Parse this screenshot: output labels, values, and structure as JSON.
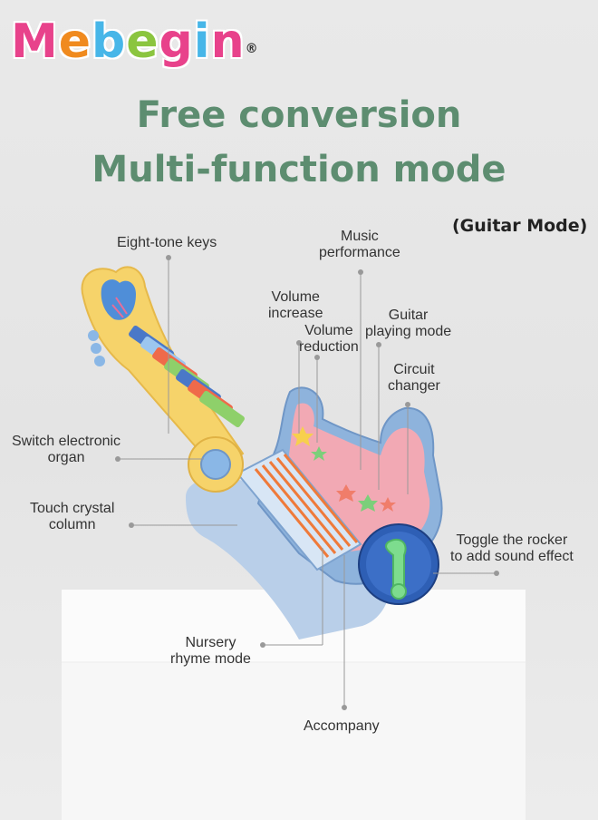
{
  "brand": {
    "logo_letters": [
      "M",
      "e",
      "b",
      "e",
      "g",
      "i",
      "n"
    ],
    "logo_colors": [
      "#e8428b",
      "#f08a1e",
      "#47b6e8",
      "#8bc53f",
      "#e8428b",
      "#47b6e8",
      "#e8428b"
    ],
    "registered": "®"
  },
  "headline": {
    "line1": "Free conversion",
    "line2": "Multi-function mode"
  },
  "mode_tag": "(Guitar Mode)",
  "callouts": {
    "eight_tone_keys": "Eight-tone keys",
    "music_performance_1": "Music",
    "music_performance_2": "performance",
    "volume_increase_1": "Volume",
    "volume_increase_2": "increase",
    "volume_reduction_1": "Volume",
    "volume_reduction_2": "reduction",
    "guitar_playing_mode_1": "Guitar",
    "guitar_playing_mode_2": "playing mode",
    "circuit_changer_1": "Circuit",
    "circuit_changer_2": "changer",
    "switch_organ_1": "Switch electronic",
    "switch_organ_2": "organ",
    "touch_crystal_1": "Touch crystal",
    "touch_crystal_2": "column",
    "toggle_rocker_1": "Toggle the rocker",
    "toggle_rocker_2": "to add sound effect",
    "nursery_rhyme_1": "Nursery",
    "nursery_rhyme_2": "rhyme mode",
    "accompany": "Accompany"
  },
  "colors": {
    "headline": "#5d8d70",
    "guitar_body": "#8eb3dc",
    "guitar_face": "#f2a9b4",
    "neck": "#f6d36a",
    "strings": "#ef7a3a",
    "knob": "#2e5fb5",
    "lever": "#7ddc8e"
  },
  "key_colors": [
    "#4a78c8",
    "#9cc6ef",
    "#ef6a4a",
    "#8ed06a",
    "#4a78c8",
    "#ef6a4a",
    "#8ed06a"
  ]
}
